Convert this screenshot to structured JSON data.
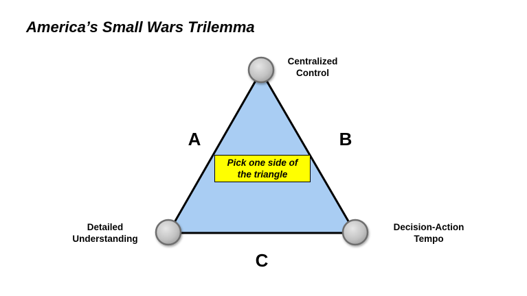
{
  "slide": {
    "title": "America’s Small Wars Trilemma"
  },
  "vertices": {
    "top": {
      "line1": "Centralized",
      "line2": "Control"
    },
    "left": {
      "line1": "Detailed",
      "line2": "Understanding"
    },
    "right": {
      "line1": "Decision-Action",
      "line2": "Tempo"
    }
  },
  "sides": {
    "a": "A",
    "b": "B",
    "c": "C"
  },
  "callout": {
    "line1": "Pick one side of",
    "line2": "the triangle"
  },
  "colors": {
    "triangle_fill": "#a9cdf3",
    "triangle_stroke": "#000000",
    "callout_fill": "#ffff00",
    "node_fill": "#c4c4c4",
    "node_stroke": "#6e6e6e"
  }
}
